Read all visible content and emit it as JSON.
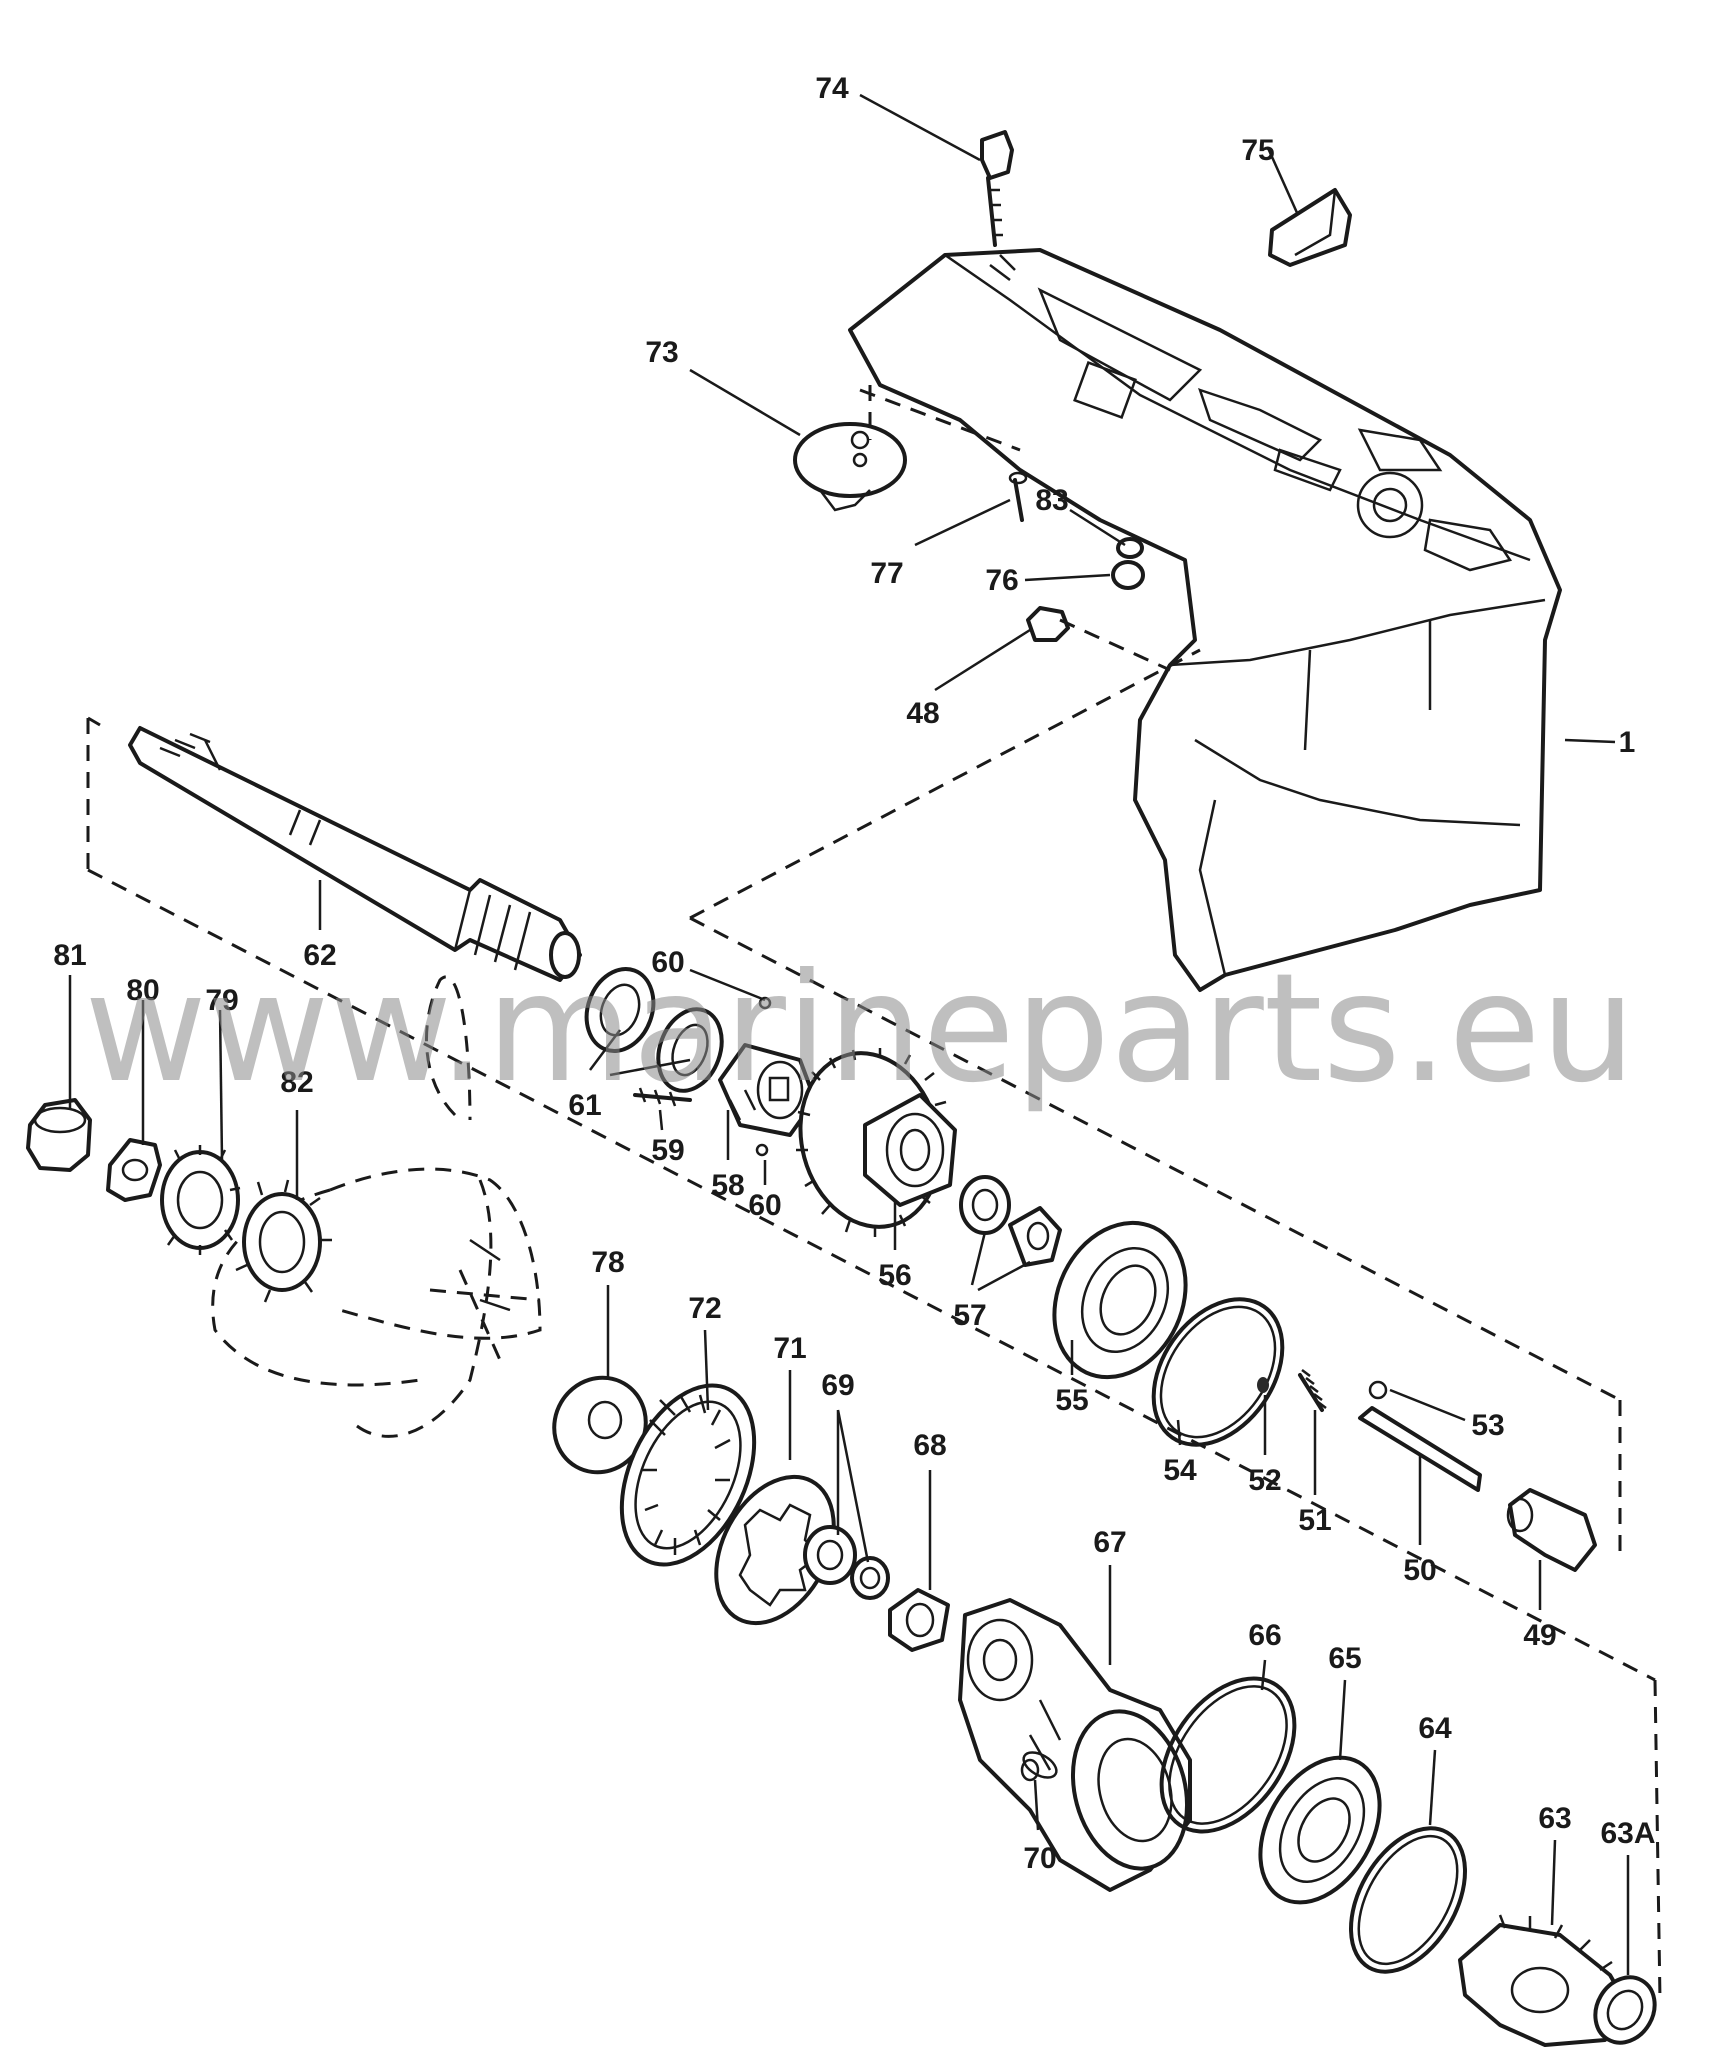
{
  "watermark": "www.marineparts.eu",
  "callouts": {
    "c1": "1",
    "c48": "48",
    "c49": "49",
    "c50": "50",
    "c51": "51",
    "c52": "52",
    "c53": "53",
    "c54": "54",
    "c55": "55",
    "c56": "56",
    "c57": "57",
    "c58": "58",
    "c59": "59",
    "c60a": "60",
    "c60b": "60",
    "c61": "61",
    "c62": "62",
    "c63": "63",
    "c63a": "63A",
    "c64": "64",
    "c65": "65",
    "c66": "66",
    "c67": "67",
    "c68": "68",
    "c69": "69",
    "c70": "70",
    "c71": "71",
    "c72": "72",
    "c73": "73",
    "c74": "74",
    "c75": "75",
    "c76": "76",
    "c77": "77",
    "c78": "78",
    "c79": "79",
    "c80": "80",
    "c81": "81",
    "c82": "82",
    "c83": "83"
  }
}
